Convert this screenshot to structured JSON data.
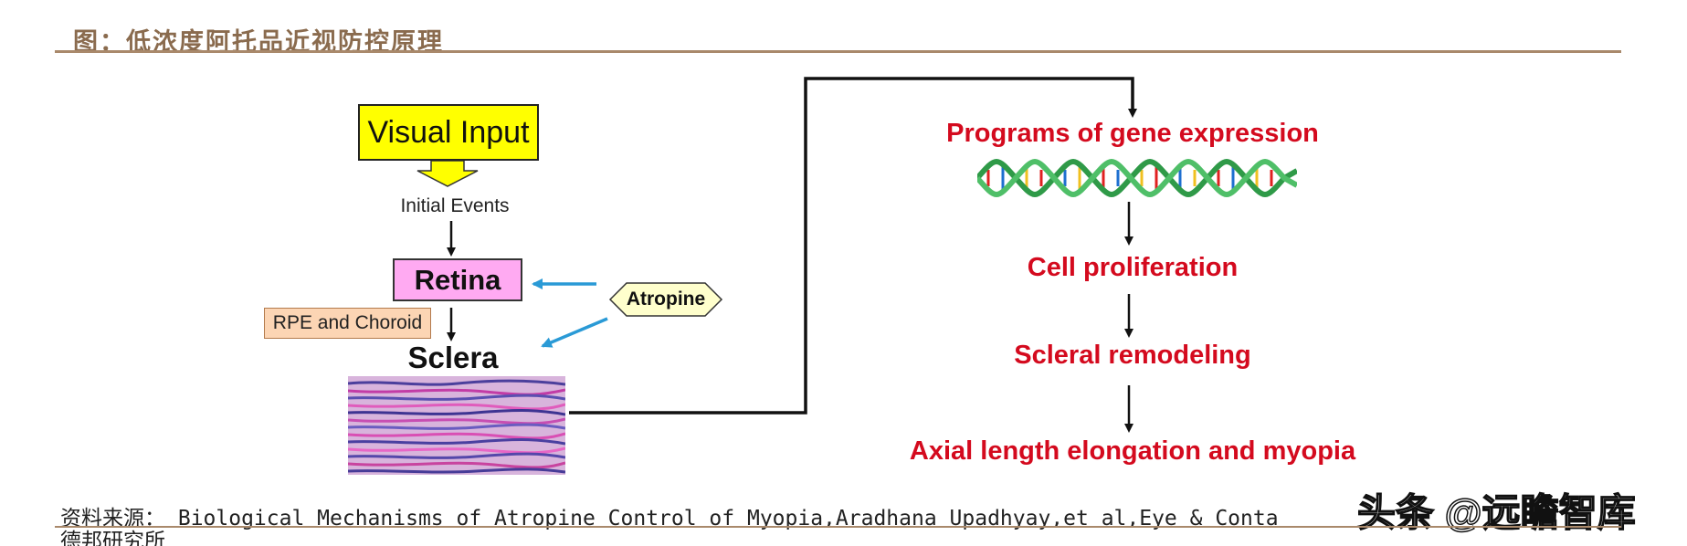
{
  "figure": {
    "title": "图：低浓度阿托品近视防控原理",
    "source": "资料来源： Biological Mechanisms of Atropine Control of Myopia,Aradhana Upadhyay,et al,Eye & Conta",
    "source_tail": "德邦研究所",
    "watermark": "头条 @远瞻智库"
  },
  "left_flow": {
    "visual_input": "Visual Input",
    "initial_events": "Initial Events",
    "retina": "Retina",
    "rpe_choroid": "RPE and Choroid",
    "sclera": "Sclera",
    "atropine": "Atropine"
  },
  "right_flow": {
    "gene_expression": "Programs of gene expression",
    "cell_proliferation": "Cell proliferation",
    "scleral_remodeling": "Scleral remodeling",
    "axial_elongation": "Axial length elongation and myopia"
  },
  "colors": {
    "visual_input_fill": "#ffff00",
    "retina_fill": "#ffaaf2",
    "rpe_fill": "#fcd5b4",
    "atropine_fill": "#ffffcc",
    "atropine_arrow": "#2a9ad6",
    "outcome_text": "#d40a1e",
    "rule": "#a9896b"
  }
}
